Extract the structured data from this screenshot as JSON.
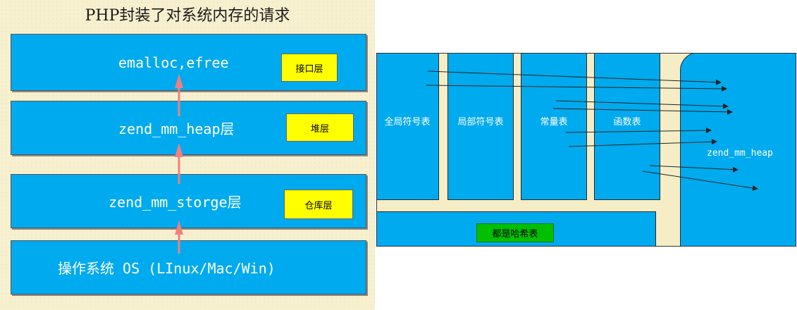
{
  "left": {
    "title": "PHP封装了对系统内存的请求",
    "layers": [
      {
        "label": "emalloc,efree",
        "tag": "接口层"
      },
      {
        "label": "zend_mm_heap层",
        "tag": "堆层"
      },
      {
        "label": "zend_mm_storge层",
        "tag": "仓库层"
      },
      {
        "label": "操作系统 OS (LInux/Mac/Win)"
      }
    ]
  },
  "right": {
    "columns": [
      "全局符号表",
      "局部符号表",
      "常量表",
      "函数表"
    ],
    "heap_label": "zend_mm_heap",
    "hash_label": "都是哈希表"
  },
  "colors": {
    "layer_fill": "#00aaee",
    "tag_fill": "#ffff00",
    "hash_tag_fill": "#00c000",
    "arrow_up": "#f08080",
    "background": "#f7f0cf"
  }
}
